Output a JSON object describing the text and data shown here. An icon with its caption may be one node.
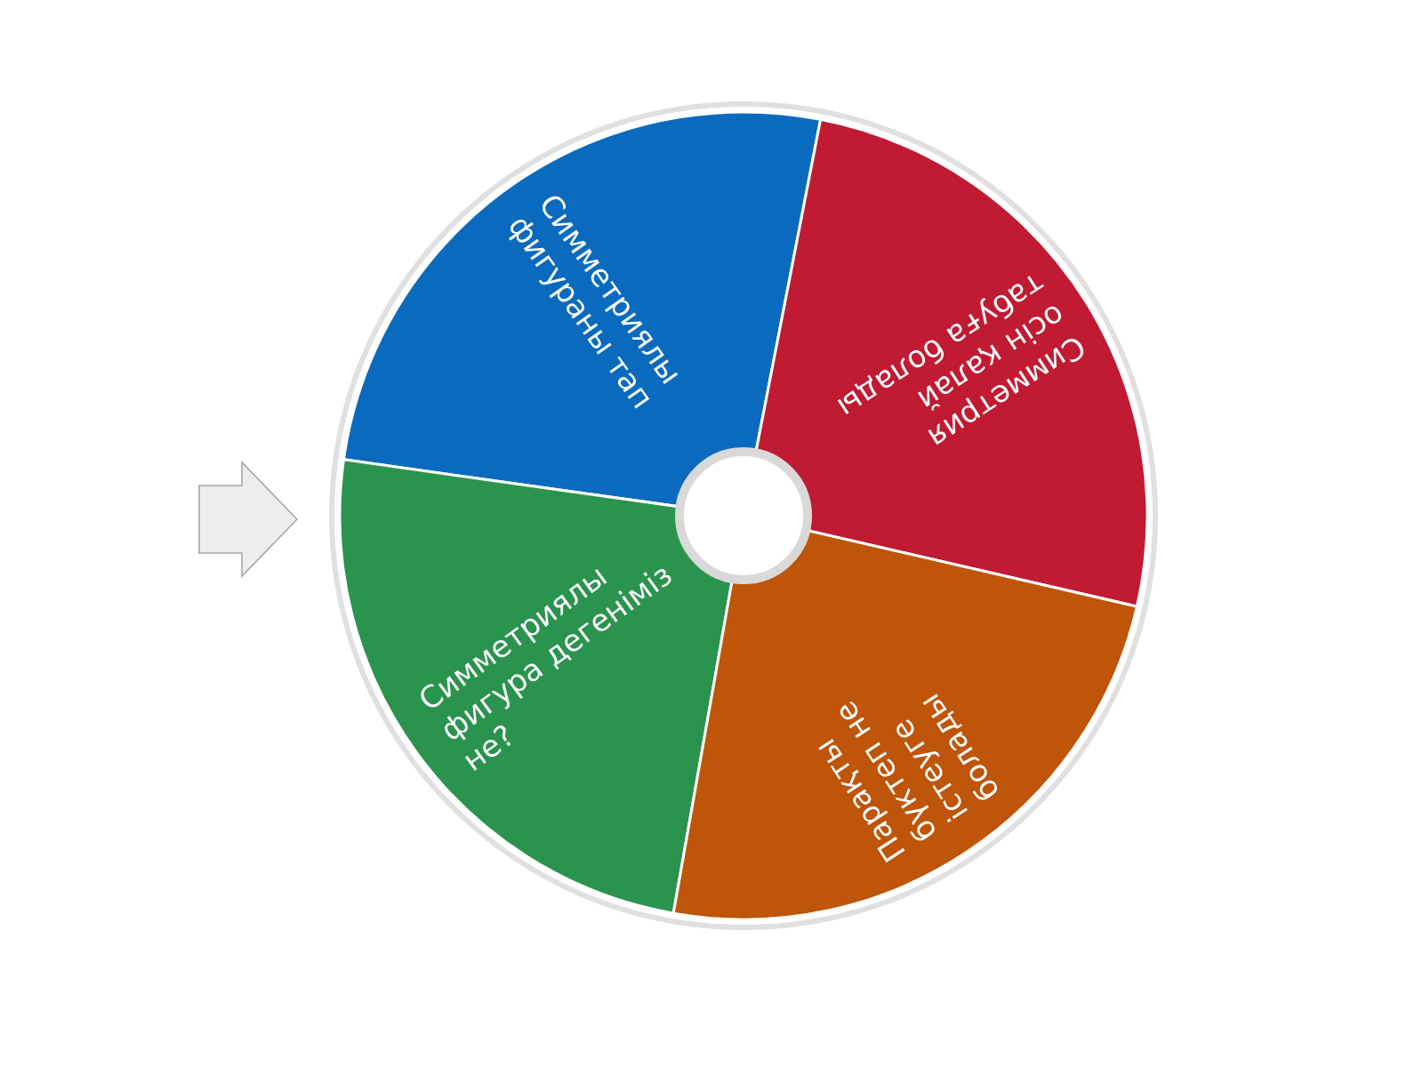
{
  "diagram": {
    "nodes": [
      {
        "text": [
          "Симметриялы фигураны тап"
        ]
      },
      {
        "text": [
          "Симметрия осін қалай табуға болады"
        ]
      },
      {
        "text": [
          "Симметриялы фигура дегеніміз не?"
        ]
      },
      {
        "text": [
          "Парақты бүктеп не істеуге болады"
        ]
      },
      {
        "text": [],
        "shape": "circle"
      }
    ]
  }
}
